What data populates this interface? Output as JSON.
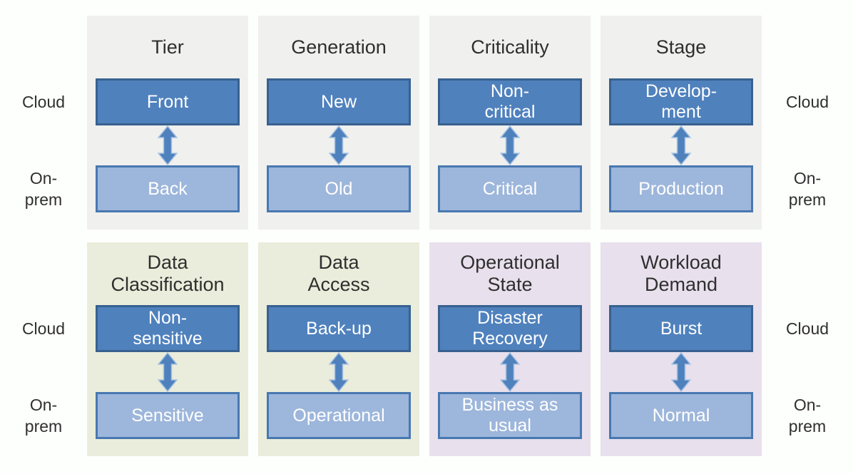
{
  "legend": {
    "top_means": "Cloud",
    "bottom_means": "On-prem"
  },
  "side_labels": {
    "cloud": "Cloud",
    "onprem": "On-\nprem"
  },
  "colors": {
    "cloud_box_fill": "#4f81bd",
    "cloud_box_border": "#38618f",
    "onprem_box_fill": "#9db6db",
    "onprem_box_border": "#4878b0",
    "arrow_fill": "#4f81bd",
    "arrow_outline": "#a8c2e2",
    "row1_panel_bg": "#f0f0ee",
    "green_panel_bg": "#eaeddb",
    "purple_panel_bg": "#e8e0ed",
    "title_text": "#2f2f2f"
  },
  "rows": [
    {
      "panels": [
        {
          "title": "Tier",
          "cloud": "Front",
          "onprem": "Back"
        },
        {
          "title": "Generation",
          "cloud": "New",
          "onprem": "Old"
        },
        {
          "title": "Criticality",
          "cloud": "Non-\ncritical",
          "onprem": "Critical"
        },
        {
          "title": "Stage",
          "cloud": "Develop-\nment",
          "onprem": "Production"
        }
      ]
    },
    {
      "panels": [
        {
          "title": "Data\nClassification",
          "cloud": "Non-\nsensitive",
          "onprem": "Sensitive"
        },
        {
          "title": "Data\nAccess",
          "cloud": "Back-up",
          "onprem": "Operational"
        },
        {
          "title": "Operational\nState",
          "cloud": "Disaster\nRecovery",
          "onprem": "Business as\nusual"
        },
        {
          "title": "Workload\nDemand",
          "cloud": "Burst",
          "onprem": "Normal"
        }
      ]
    }
  ]
}
